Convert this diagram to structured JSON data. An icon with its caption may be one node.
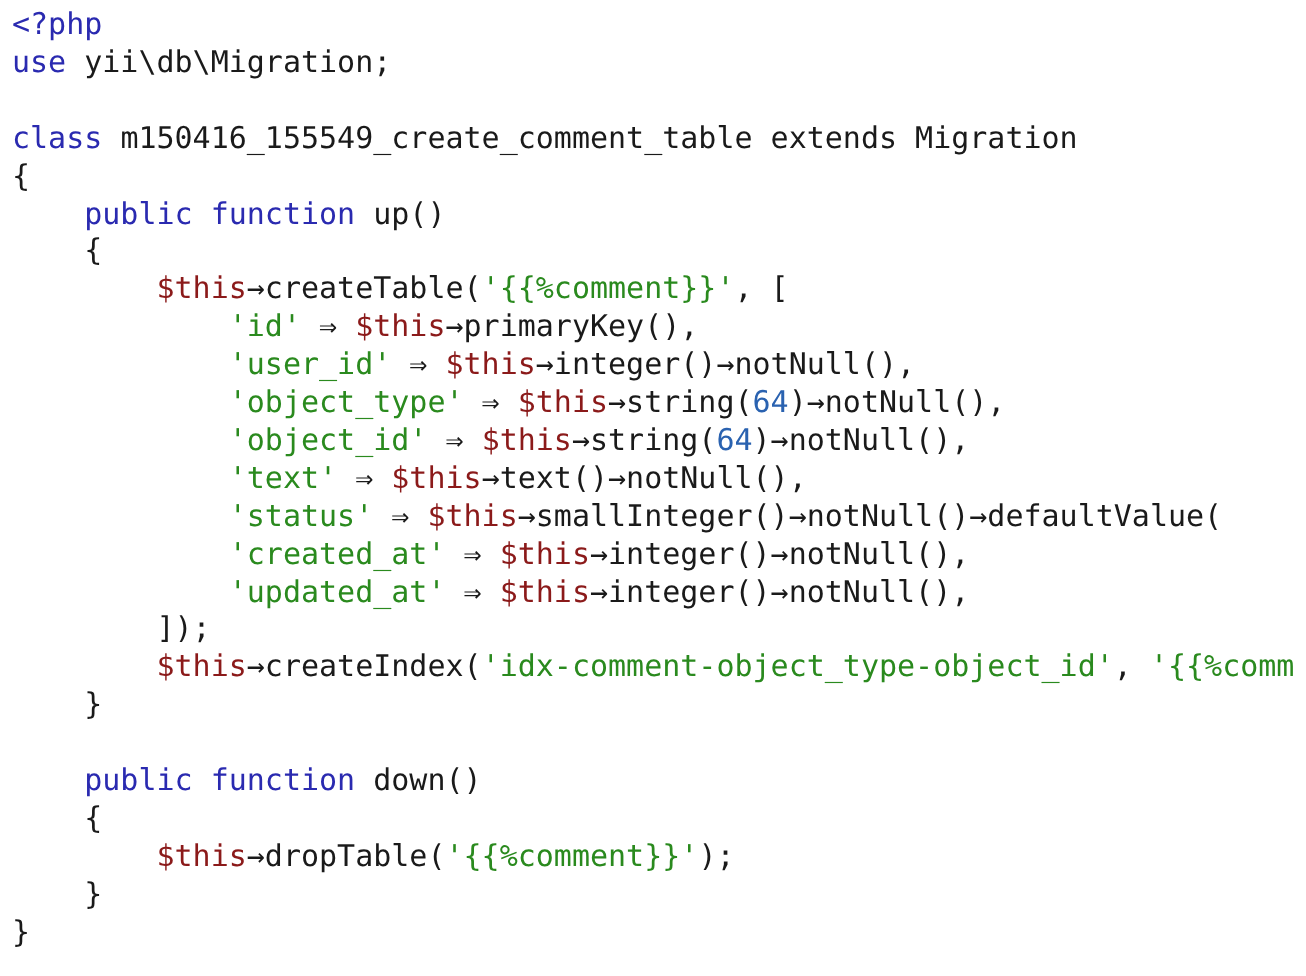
{
  "diagram": {
    "labels": [
      "<?php",
      "use yii\\db\\Migration;",
      "class m150416_155549_create_comment_table extends Migration",
      "{",
      "    public function up()",
      "    {",
      "        $this→createTable('{{%comment}}', [",
      "            'id' ⇒ $this→primaryKey(),",
      "            'user_id' ⇒ $this→integer()→notNull(),",
      "            'object_type' ⇒ $this→string(64)→notNull(),",
      "            'object_id' ⇒ $this→string(64)→notNull(),",
      "            'text' ⇒ $this→text()→notNull(),",
      "            'status' ⇒ $this→smallInteger()→notNull()→defaultValue(",
      "            'created_at' ⇒ $this→integer()→notNull(),",
      "            'updated_at' ⇒ $this→integer()→notNull(),",
      "        ]);",
      "        $this→createIndex('idx-comment-object_type-object_id', '{{%comm",
      "    }",
      "    public function down()",
      "    {",
      "        $this→dropTable('{{%comment}}');",
      "    }",
      "}"
    ]
  }
}
